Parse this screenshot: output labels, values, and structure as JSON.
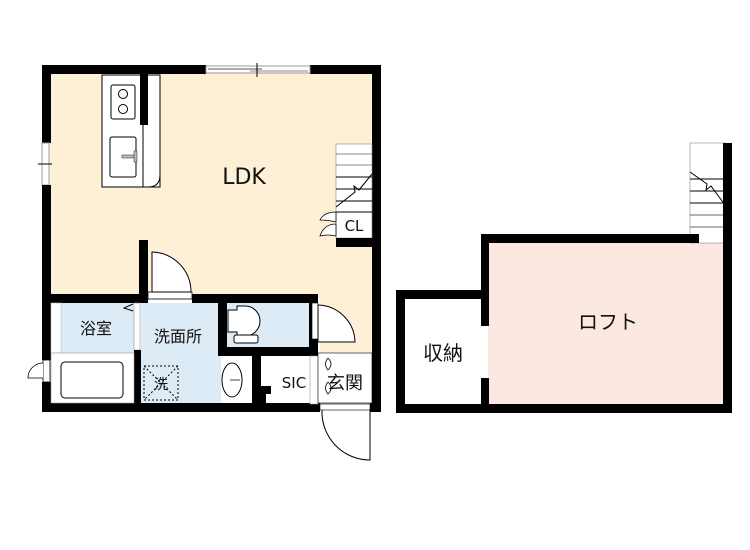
{
  "plan": {
    "first_floor": {
      "rooms": [
        {
          "id": "ldk",
          "label": "LDK"
        },
        {
          "id": "closet",
          "label": "CL"
        },
        {
          "id": "bath",
          "label": "浴室"
        },
        {
          "id": "washroom",
          "label": "洗面所"
        },
        {
          "id": "washer",
          "label": "洗"
        },
        {
          "id": "sic",
          "label": "SIC"
        },
        {
          "id": "entrance",
          "label": "玄関"
        }
      ]
    },
    "loft_floor": {
      "rooms": [
        {
          "id": "loft",
          "label": "ロフト"
        },
        {
          "id": "storage",
          "label": "収納"
        }
      ]
    }
  },
  "colors": {
    "ldk": "#FEF0D6",
    "wet": "#DDEBF7",
    "loft": "#FDE7E1",
    "wall": "#000000"
  }
}
